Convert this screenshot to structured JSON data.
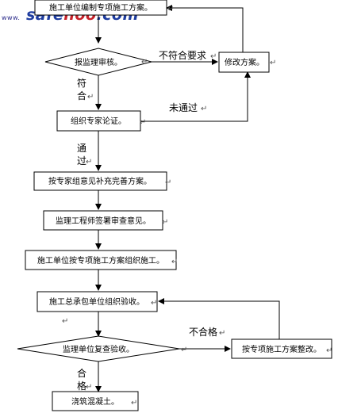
{
  "watermark": {
    "prefix": "www.",
    "brand_a": "safe",
    "brand_b": "hoo",
    "suffix": ".com",
    "colors": {
      "a": "#1f3da0",
      "b": "#c7222a"
    }
  },
  "nodes": {
    "n1": "施工单位编制专项施工方案。",
    "n2": "报监理审核。",
    "n3": "修改方案。",
    "n4": "组织专家论证。",
    "n5": "按专家组意见补充完善方案。",
    "n6": "监理工程师签署审查意见。",
    "n7": "施工单位按专项施工方案组织施工。",
    "n8": "施工总承包单位组织验收。",
    "n9": "监理单位复查验收。",
    "n10": "按专项施工方案整改。",
    "n11": "浇筑混凝土。"
  },
  "labels": {
    "l_fail_req": "不符合要求",
    "l_pass_req_1": "符",
    "l_pass_req_2": "合",
    "l_notpass": "未通过",
    "l_pass_1": "通",
    "l_pass_2": "过",
    "l_unq": "不合格",
    "l_q_1": "合",
    "l_q_2": "格"
  },
  "marks": {
    "return": "↵"
  }
}
